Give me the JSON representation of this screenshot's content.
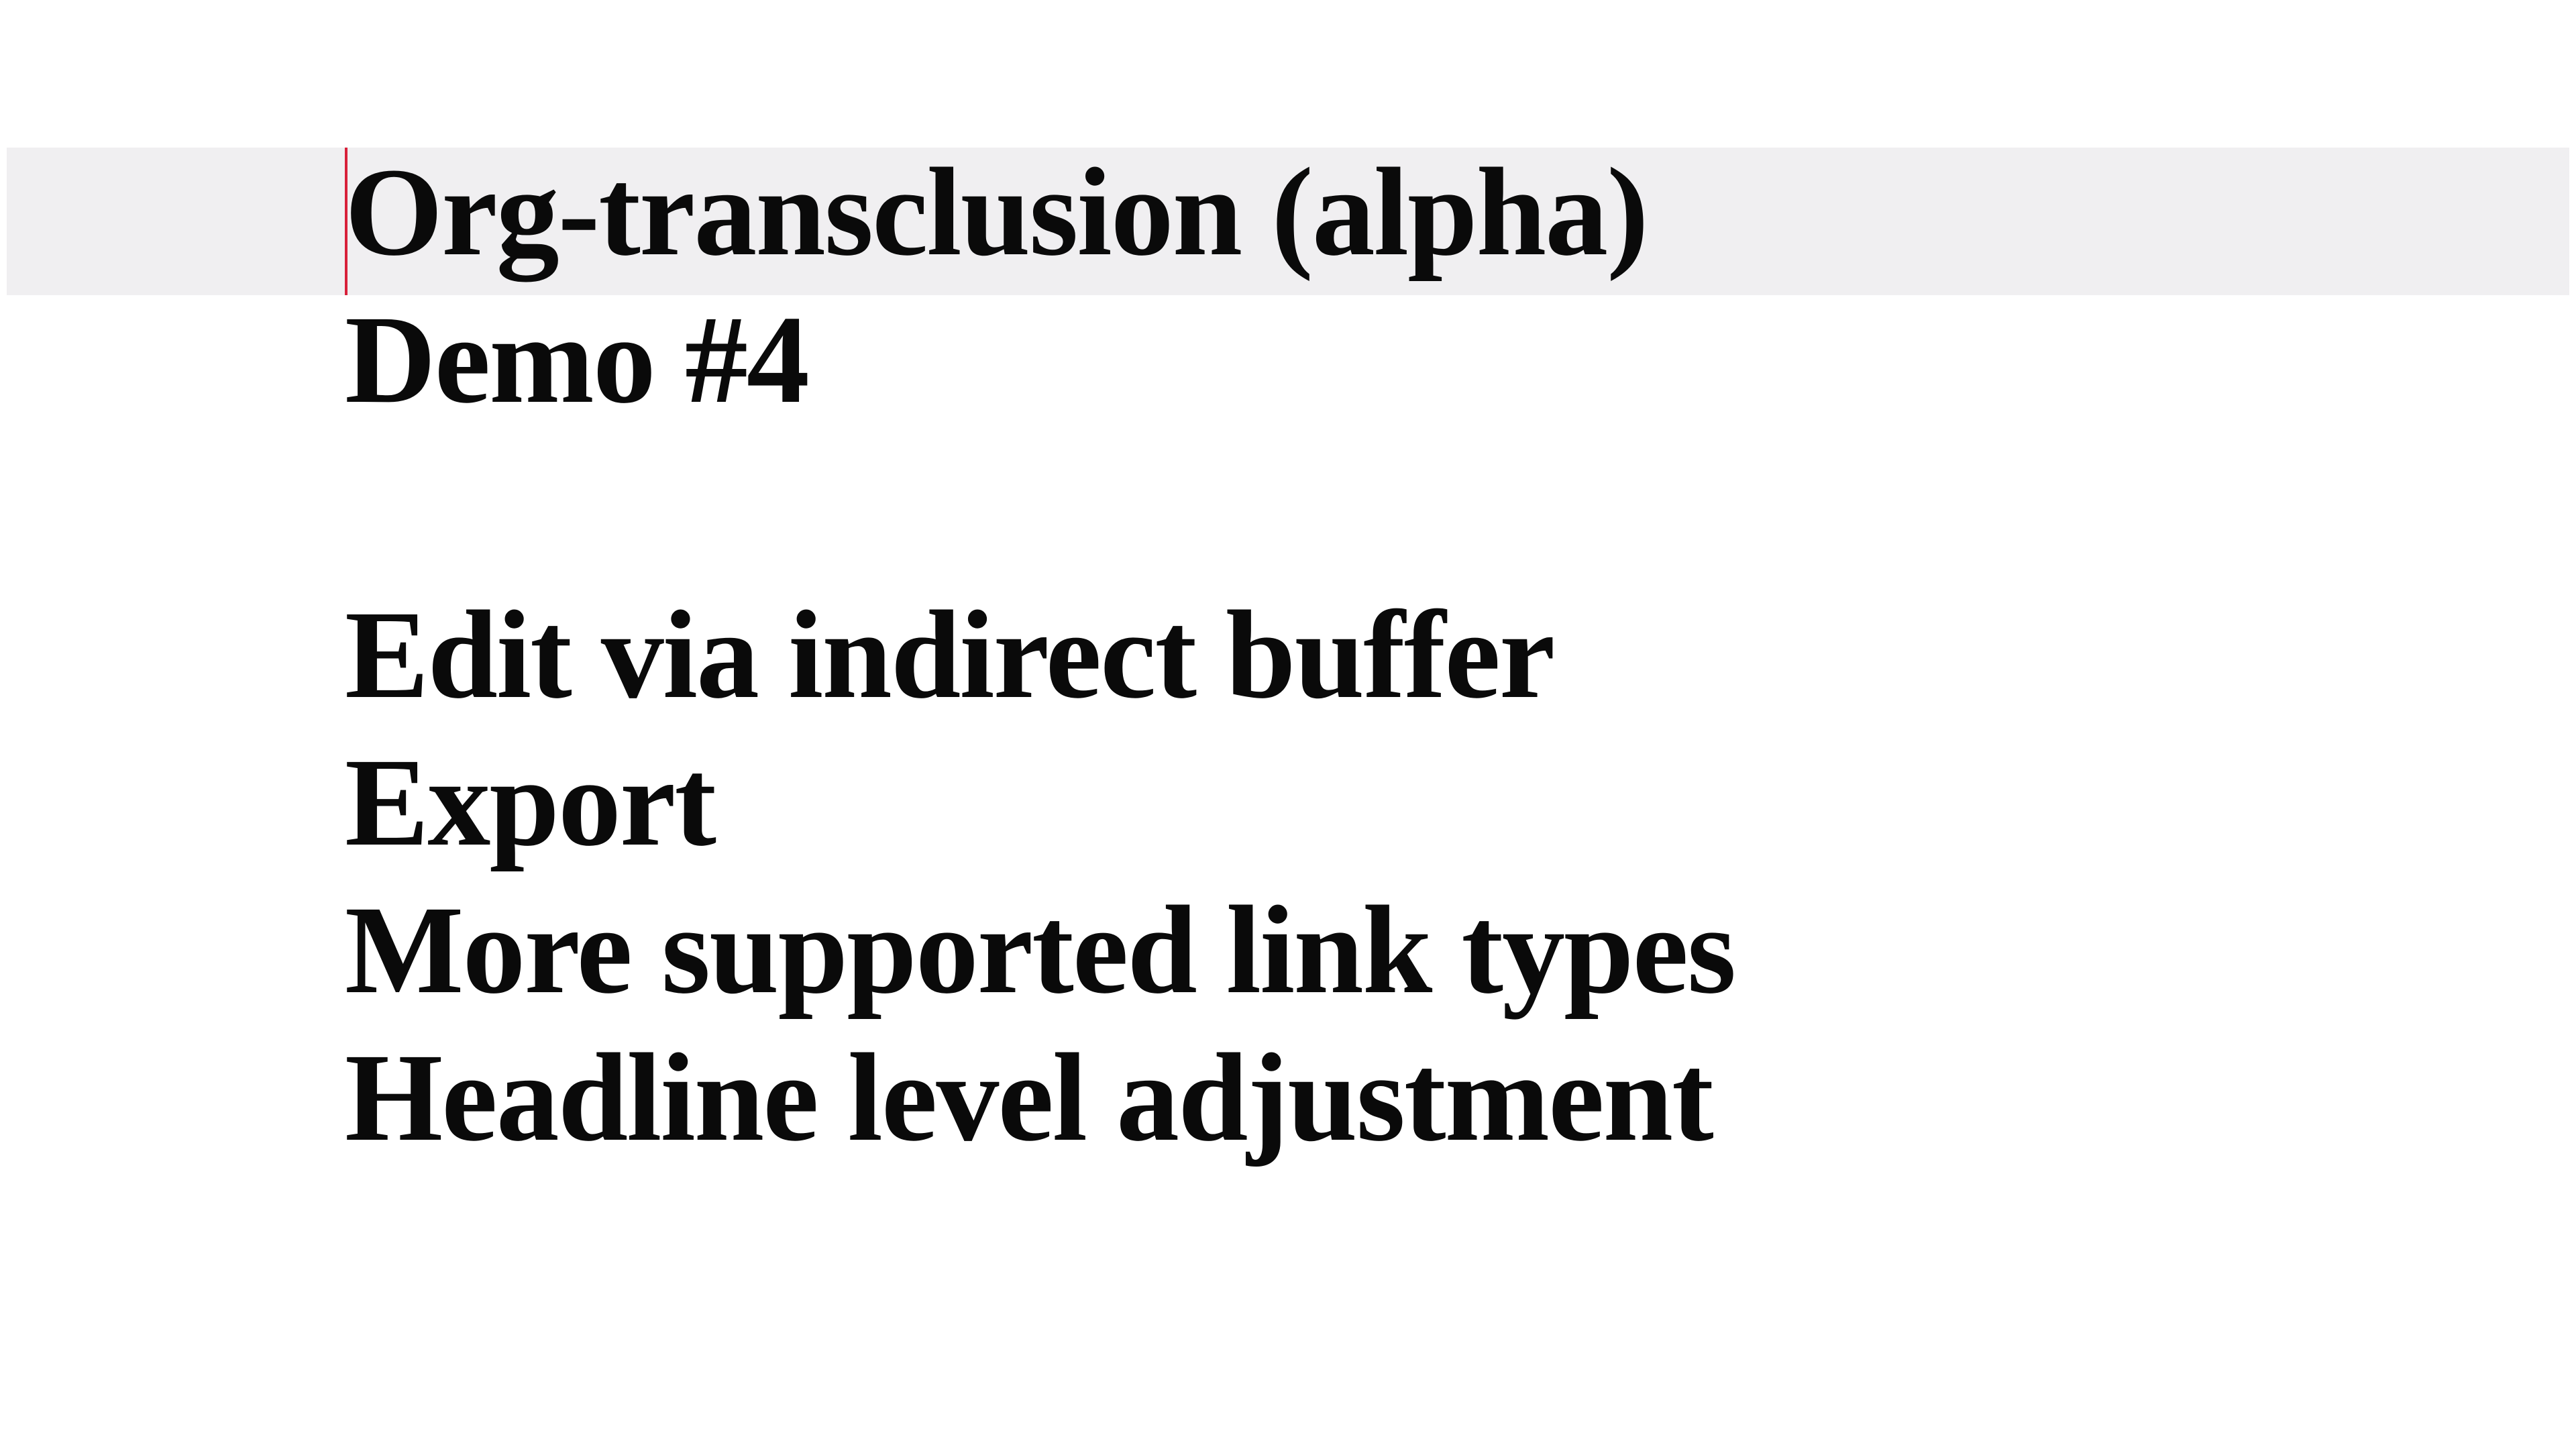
{
  "editor": {
    "lines": [
      "Org-transclusion (alpha)",
      "Demo #4",
      "",
      "Edit via indirect buffer",
      "Export",
      "More supported link types",
      "Headline level adjustment"
    ],
    "colors": {
      "background": "#ffffff",
      "current_line_highlight": "#f0eff1",
      "text": "#0a0a0a",
      "cursor": "#d8203a"
    }
  }
}
